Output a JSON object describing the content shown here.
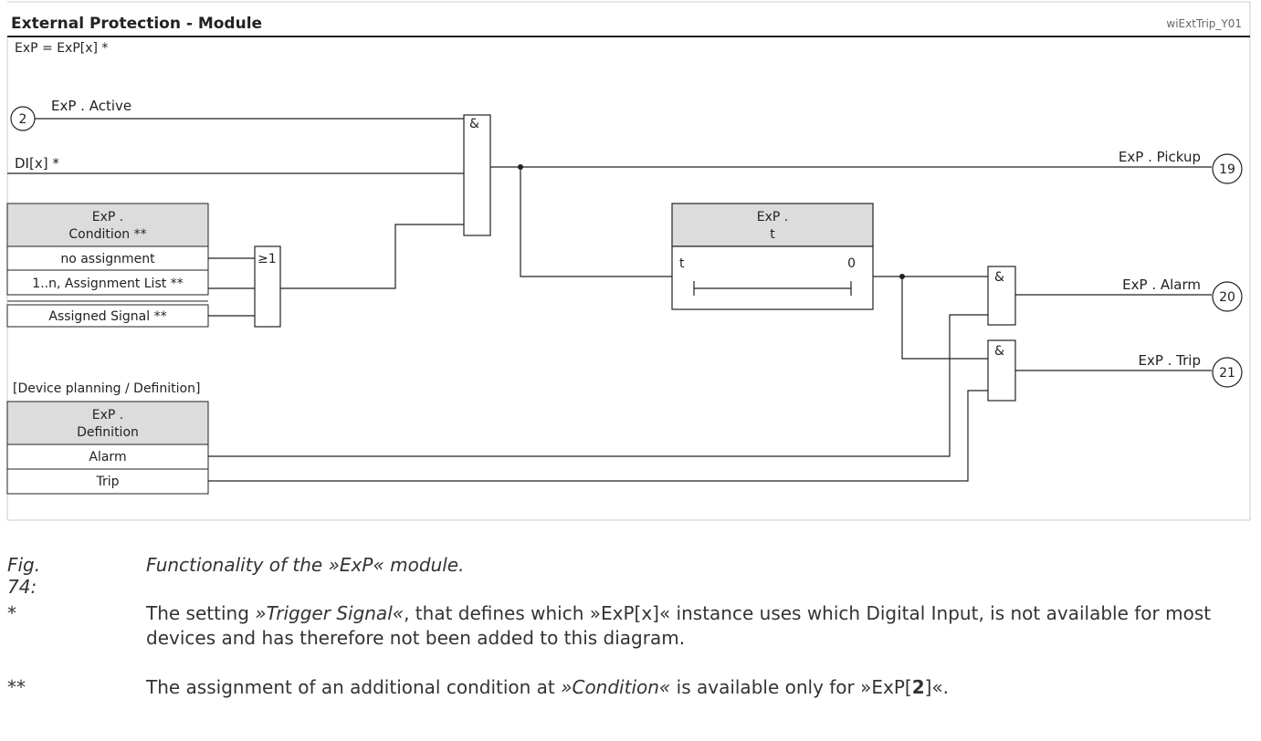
{
  "header": {
    "title": "External Protection - Module",
    "id": "wiExtTrip_Y01"
  },
  "subtitle": "ExP = ExP[x] *",
  "inputs": {
    "active": {
      "num": "2",
      "label": "ExP . Active"
    },
    "di": {
      "label": "DI[x] *"
    }
  },
  "condition_table": {
    "head1": "ExP .",
    "head2": "Condition **",
    "rows": [
      "no assignment",
      "1..n, Assignment List **",
      "Assigned Signal **"
    ]
  },
  "or_gate": "≥1",
  "and_gate": "&",
  "timer": {
    "head1": "ExP .",
    "head2": "t",
    "left": "t",
    "right": "0"
  },
  "outputs": {
    "pickup": {
      "label": "ExP . Pickup",
      "num": "19"
    },
    "alarm": {
      "label": "ExP . Alarm",
      "num": "20"
    },
    "trip": {
      "label": "ExP . Trip",
      "num": "21"
    }
  },
  "definition_table": {
    "caption": "[Device planning / Definition]",
    "head1": "ExP .",
    "head2": "Definition",
    "rows": [
      "Alarm",
      "Trip"
    ]
  },
  "figure": {
    "label": "Fig. 74:",
    "text": "Functionality of the »ExP« module."
  },
  "footnotes": {
    "fn1": {
      "mark": "*",
      "t1": "The setting ",
      "em": "»Trigger Signal«",
      "t2": ", that defines which »ExP[x]« instance uses which Digital Input, is not available for most devices and has therefore not been added to this diagram."
    },
    "fn2": {
      "mark": "**",
      "t1": "The assignment of an additional condition at ",
      "em": "»Condition«",
      "t2": " is available only for »ExP[",
      "b": "2",
      "t3": "]«."
    }
  }
}
